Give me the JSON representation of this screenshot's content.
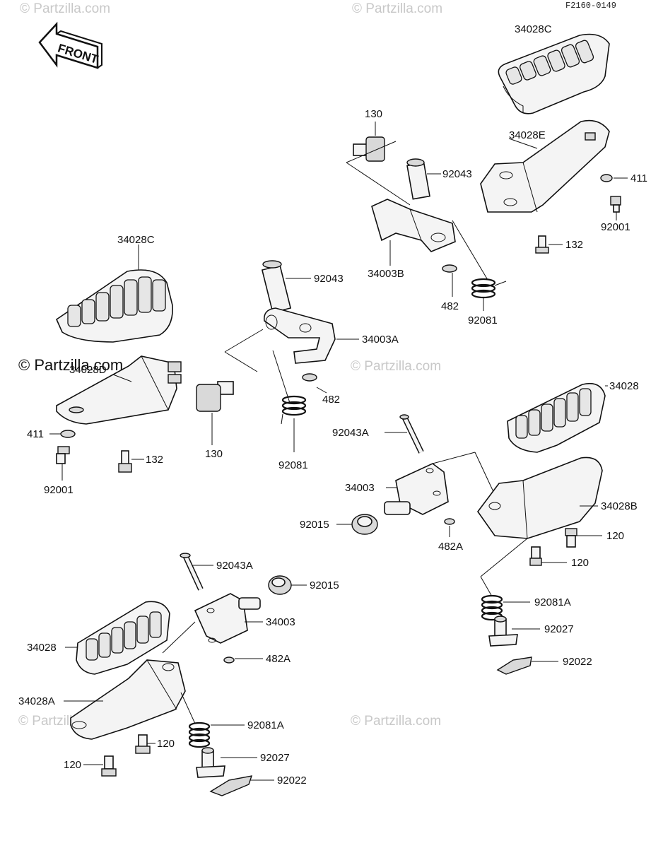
{
  "figure_code": "F2160-0149",
  "front_arrow_label": "FRONT",
  "watermarks": {
    "primary": "© Partzilla.com",
    "faint": "© Partzilla.com"
  },
  "labels": {
    "l_34028C_top": "34028C",
    "l_34028E": "34028E",
    "l_411_right": "411",
    "l_92001_right": "92001",
    "l_132_right": "132",
    "l_130_top": "130",
    "l_92043_top": "92043",
    "l_34003B": "34003B",
    "l_482_top": "482",
    "l_92081_top": "92081",
    "l_34028C_left": "34028C",
    "l_92043_mid": "92043",
    "l_34003A": "34003A",
    "l_482_mid": "482",
    "l_130_mid": "130",
    "l_92081_mid": "92081",
    "l_34028D": "34028D",
    "l_411_left": "411",
    "l_132_left": "132",
    "l_92001_left": "92001",
    "l_34028_right": "34028",
    "l_92043A_right": "92043A",
    "l_34003_right": "34003",
    "l_92015_right": "92015",
    "l_482A_right": "482A",
    "l_34028B": "34028B",
    "l_120_r1": "120",
    "l_120_r2": "120",
    "l_92081A_right": "92081A",
    "l_92027_right": "92027",
    "l_92022_right": "92022",
    "l_92043A_left": "92043A",
    "l_92015_left": "92015",
    "l_34003_left": "34003",
    "l_34028_left": "34028",
    "l_482A_left": "482A",
    "l_34028A": "34028A",
    "l_92081A_left": "92081A",
    "l_120_l1": "120",
    "l_120_l2": "120",
    "l_92027_left": "92027",
    "l_92022_left": "92022"
  }
}
